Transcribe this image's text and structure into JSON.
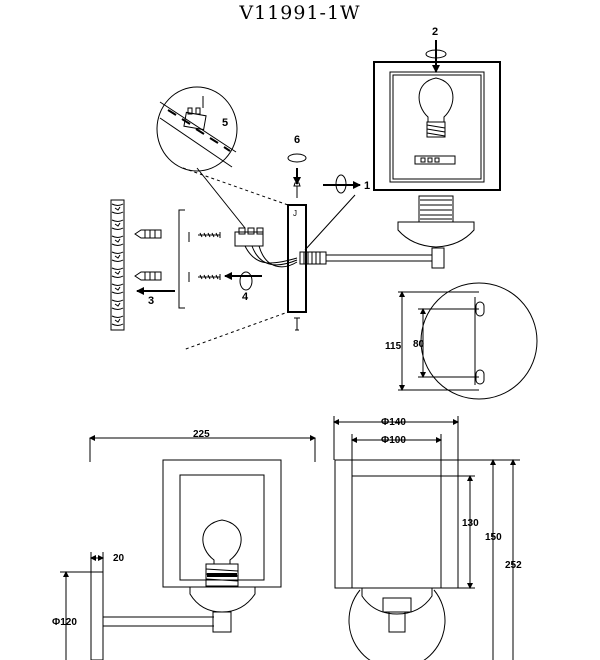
{
  "title": "V11991-1W",
  "steps": {
    "s1": "1",
    "s2": "2",
    "s3": "3",
    "s4": "4",
    "s5": "5",
    "s6": "6"
  },
  "dims": {
    "d115": "115",
    "d80": "80",
    "d225": "225",
    "d20": "20",
    "dphi120": "Φ120",
    "dphi140": "Φ140",
    "dphi100": "Φ100",
    "d130": "130",
    "d150": "150",
    "d252": "252"
  }
}
